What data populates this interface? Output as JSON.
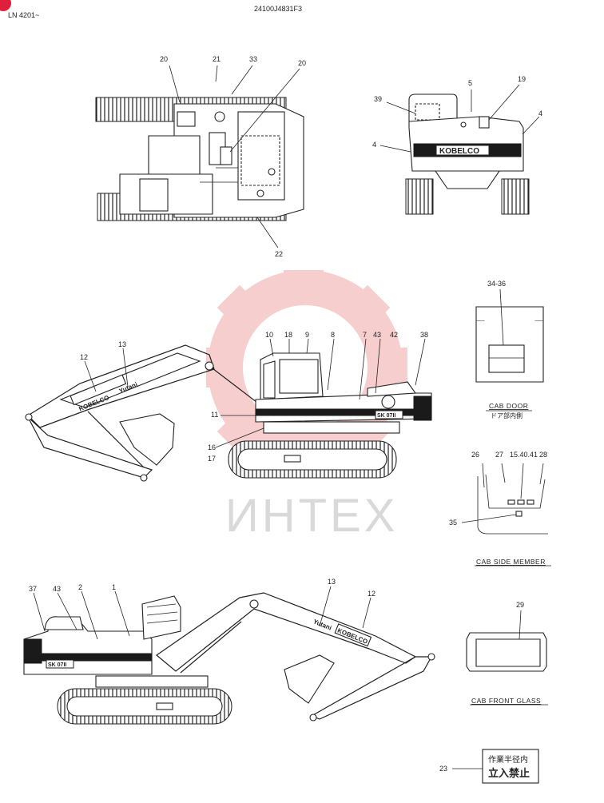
{
  "header": {
    "serial": "LN 4201~",
    "drawing_no": "24100J4831F3"
  },
  "brand": {
    "rear_logo": "KOBELCO",
    "boom_brand": "Yutani",
    "boom_logo": "KOBELCO",
    "model": "SK 07II",
    "watermark": "ИНТЕХ"
  },
  "captions": {
    "cab_door": "CAB DOOR",
    "cab_door_jp": "ドア部内側",
    "cab_side_member": "CAB SIDE MEMBER",
    "cab_front_glass": "CAB FRONT GLASS"
  },
  "warning_plate": {
    "line1": "作業半径内",
    "line2": "立入禁止"
  },
  "callouts": {
    "top_view": [
      "20",
      "21",
      "33",
      "20",
      "22"
    ],
    "rear_view": [
      "39",
      "5",
      "19",
      "4",
      "4"
    ],
    "side_view": [
      "13",
      "12",
      "10",
      "18",
      "9",
      "8",
      "7",
      "43",
      "42",
      "38",
      "11",
      "16",
      "17"
    ],
    "cab_door": [
      "34-36"
    ],
    "cab_side": [
      "26",
      "27",
      "15.40.41",
      "28",
      "35"
    ],
    "lower_view": [
      "37",
      "43",
      "2",
      "1",
      "13",
      "12"
    ],
    "front_glass": [
      "29"
    ],
    "plate": [
      "23"
    ]
  },
  "colors": {
    "ink": "#222222",
    "watermark": "#f2a7a7",
    "accent": "#e0203a"
  }
}
